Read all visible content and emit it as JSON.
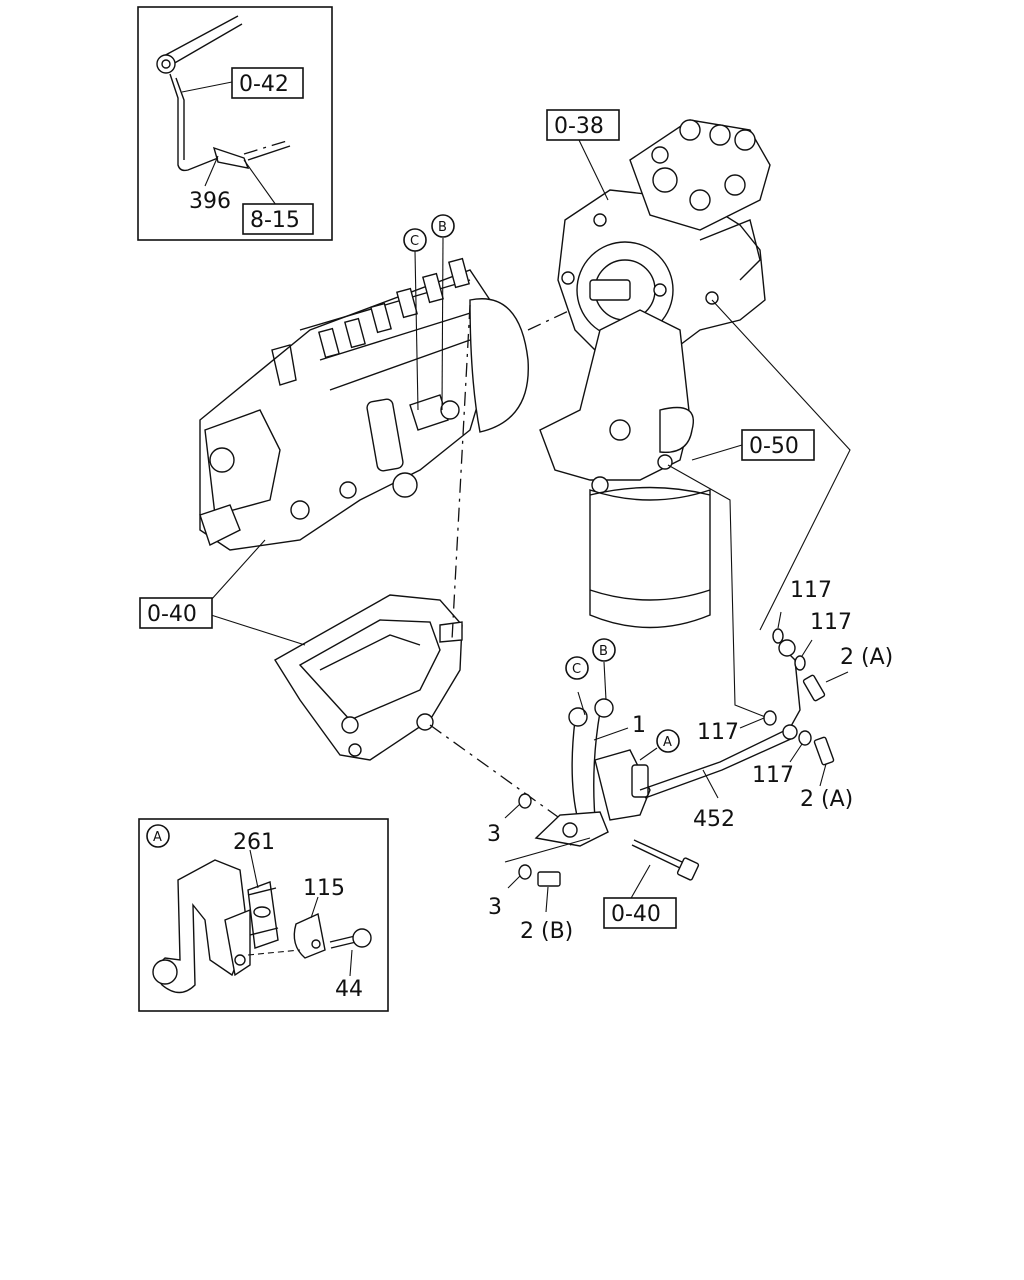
{
  "refs": {
    "r042": "0-42",
    "r038": "0-38",
    "r050": "0-50",
    "r040a": "0-40",
    "r040b": "0-40",
    "r815": "8-15"
  },
  "parts": {
    "p396": "396",
    "p117a": "117",
    "p117b": "117",
    "p117c": "117",
    "p117d": "117",
    "p2a1": "2 (A)",
    "p2a2": "2 (A)",
    "p2b": "2 (B)",
    "p1": "1",
    "p452": "452",
    "p3a": "3",
    "p3b": "3",
    "p261": "261",
    "p115": "115",
    "p44": "44"
  },
  "markers": {
    "B": "B",
    "C": "C",
    "A": "A"
  }
}
